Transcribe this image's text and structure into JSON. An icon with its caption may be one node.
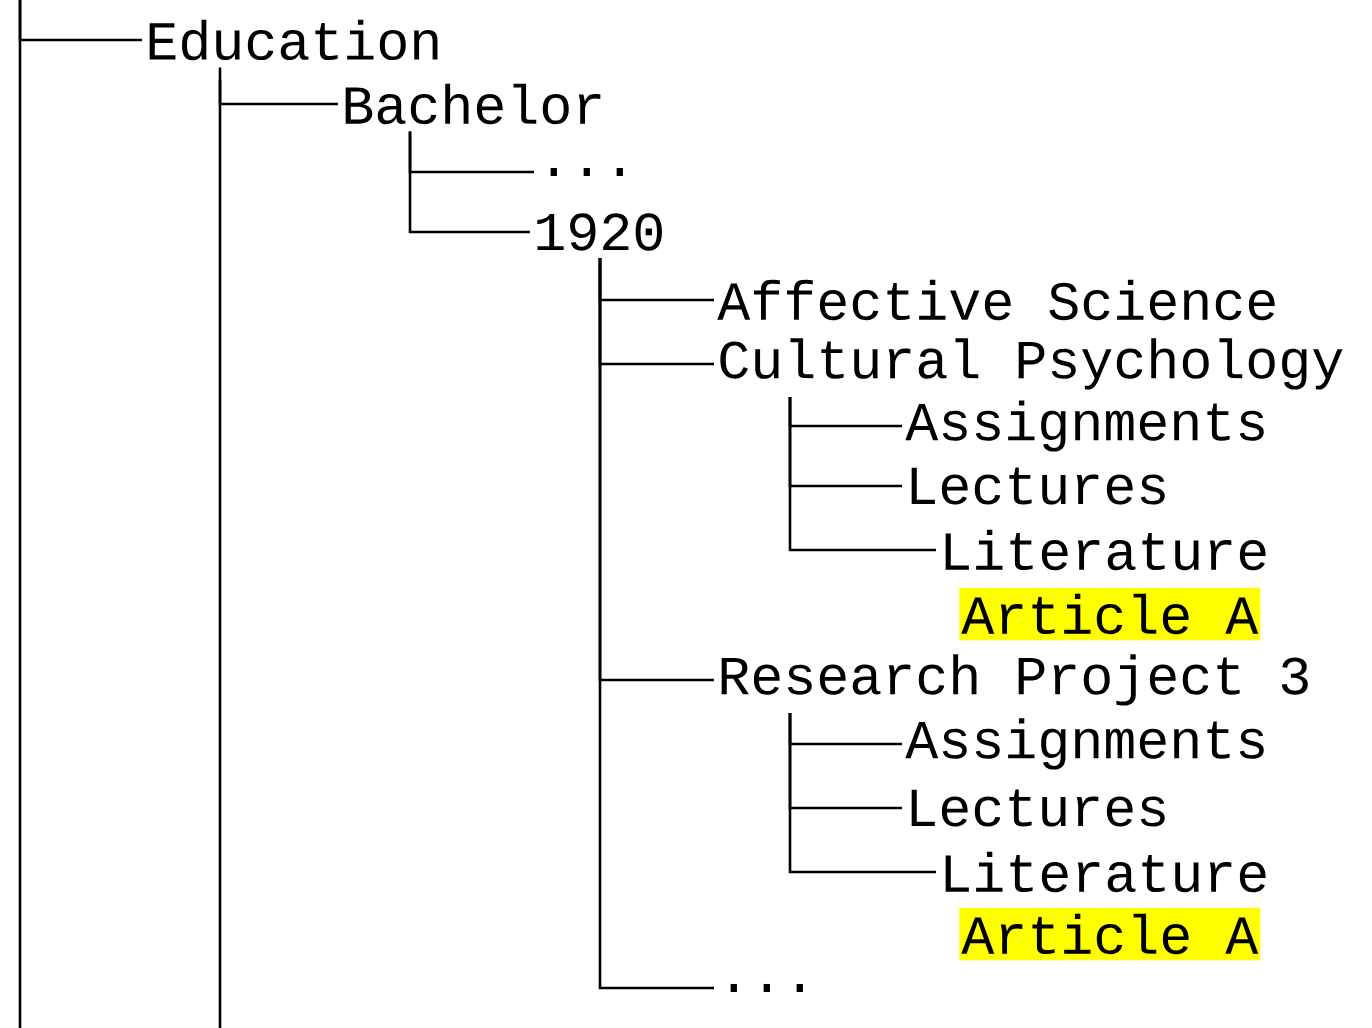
{
  "diagram": {
    "nodes": [
      {
        "text": [
          "Education"
        ]
      },
      {
        "text": [
          "Bachelor"
        ]
      },
      {
        "text": [
          "..."
        ]
      },
      {
        "text": [
          "1920"
        ]
      },
      {
        "text": [
          "Affective Science"
        ]
      },
      {
        "text": [
          "Cultural Psychology"
        ]
      },
      {
        "text": [
          "Assignments"
        ]
      },
      {
        "text": [
          "Lectures"
        ]
      },
      {
        "text": [
          "Literature"
        ]
      },
      {
        "text": [
          "Article A"
        ]
      },
      {
        "text": [
          "Research Project 3"
        ]
      },
      {
        "text": [
          "Assignments"
        ]
      },
      {
        "text": [
          "Lectures"
        ]
      },
      {
        "text": [
          "Literature"
        ]
      },
      {
        "text": [
          "Article A"
        ]
      },
      {
        "text": [
          "..."
        ]
      }
    ],
    "edges": [
      {
        "from": null,
        "to": 0,
        "arrow": "none"
      },
      {
        "from": 0,
        "to": 1,
        "arrow": "none"
      },
      {
        "from": 1,
        "to": 2,
        "arrow": "none"
      },
      {
        "from": 1,
        "to": 3,
        "arrow": "none"
      },
      {
        "from": 3,
        "to": 4,
        "arrow": "none"
      },
      {
        "from": 3,
        "to": 5,
        "arrow": "none"
      },
      {
        "from": 5,
        "to": 6,
        "arrow": "none"
      },
      {
        "from": 5,
        "to": 7,
        "arrow": "none"
      },
      {
        "from": 5,
        "to": 8,
        "arrow": "none"
      },
      {
        "from": 3,
        "to": 10,
        "arrow": "none"
      },
      {
        "from": 10,
        "to": 11,
        "arrow": "none"
      },
      {
        "from": 10,
        "to": 12,
        "arrow": "none"
      },
      {
        "from": 10,
        "to": 13,
        "arrow": "none"
      },
      {
        "from": 3,
        "to": 15,
        "arrow": "none"
      }
    ]
  }
}
